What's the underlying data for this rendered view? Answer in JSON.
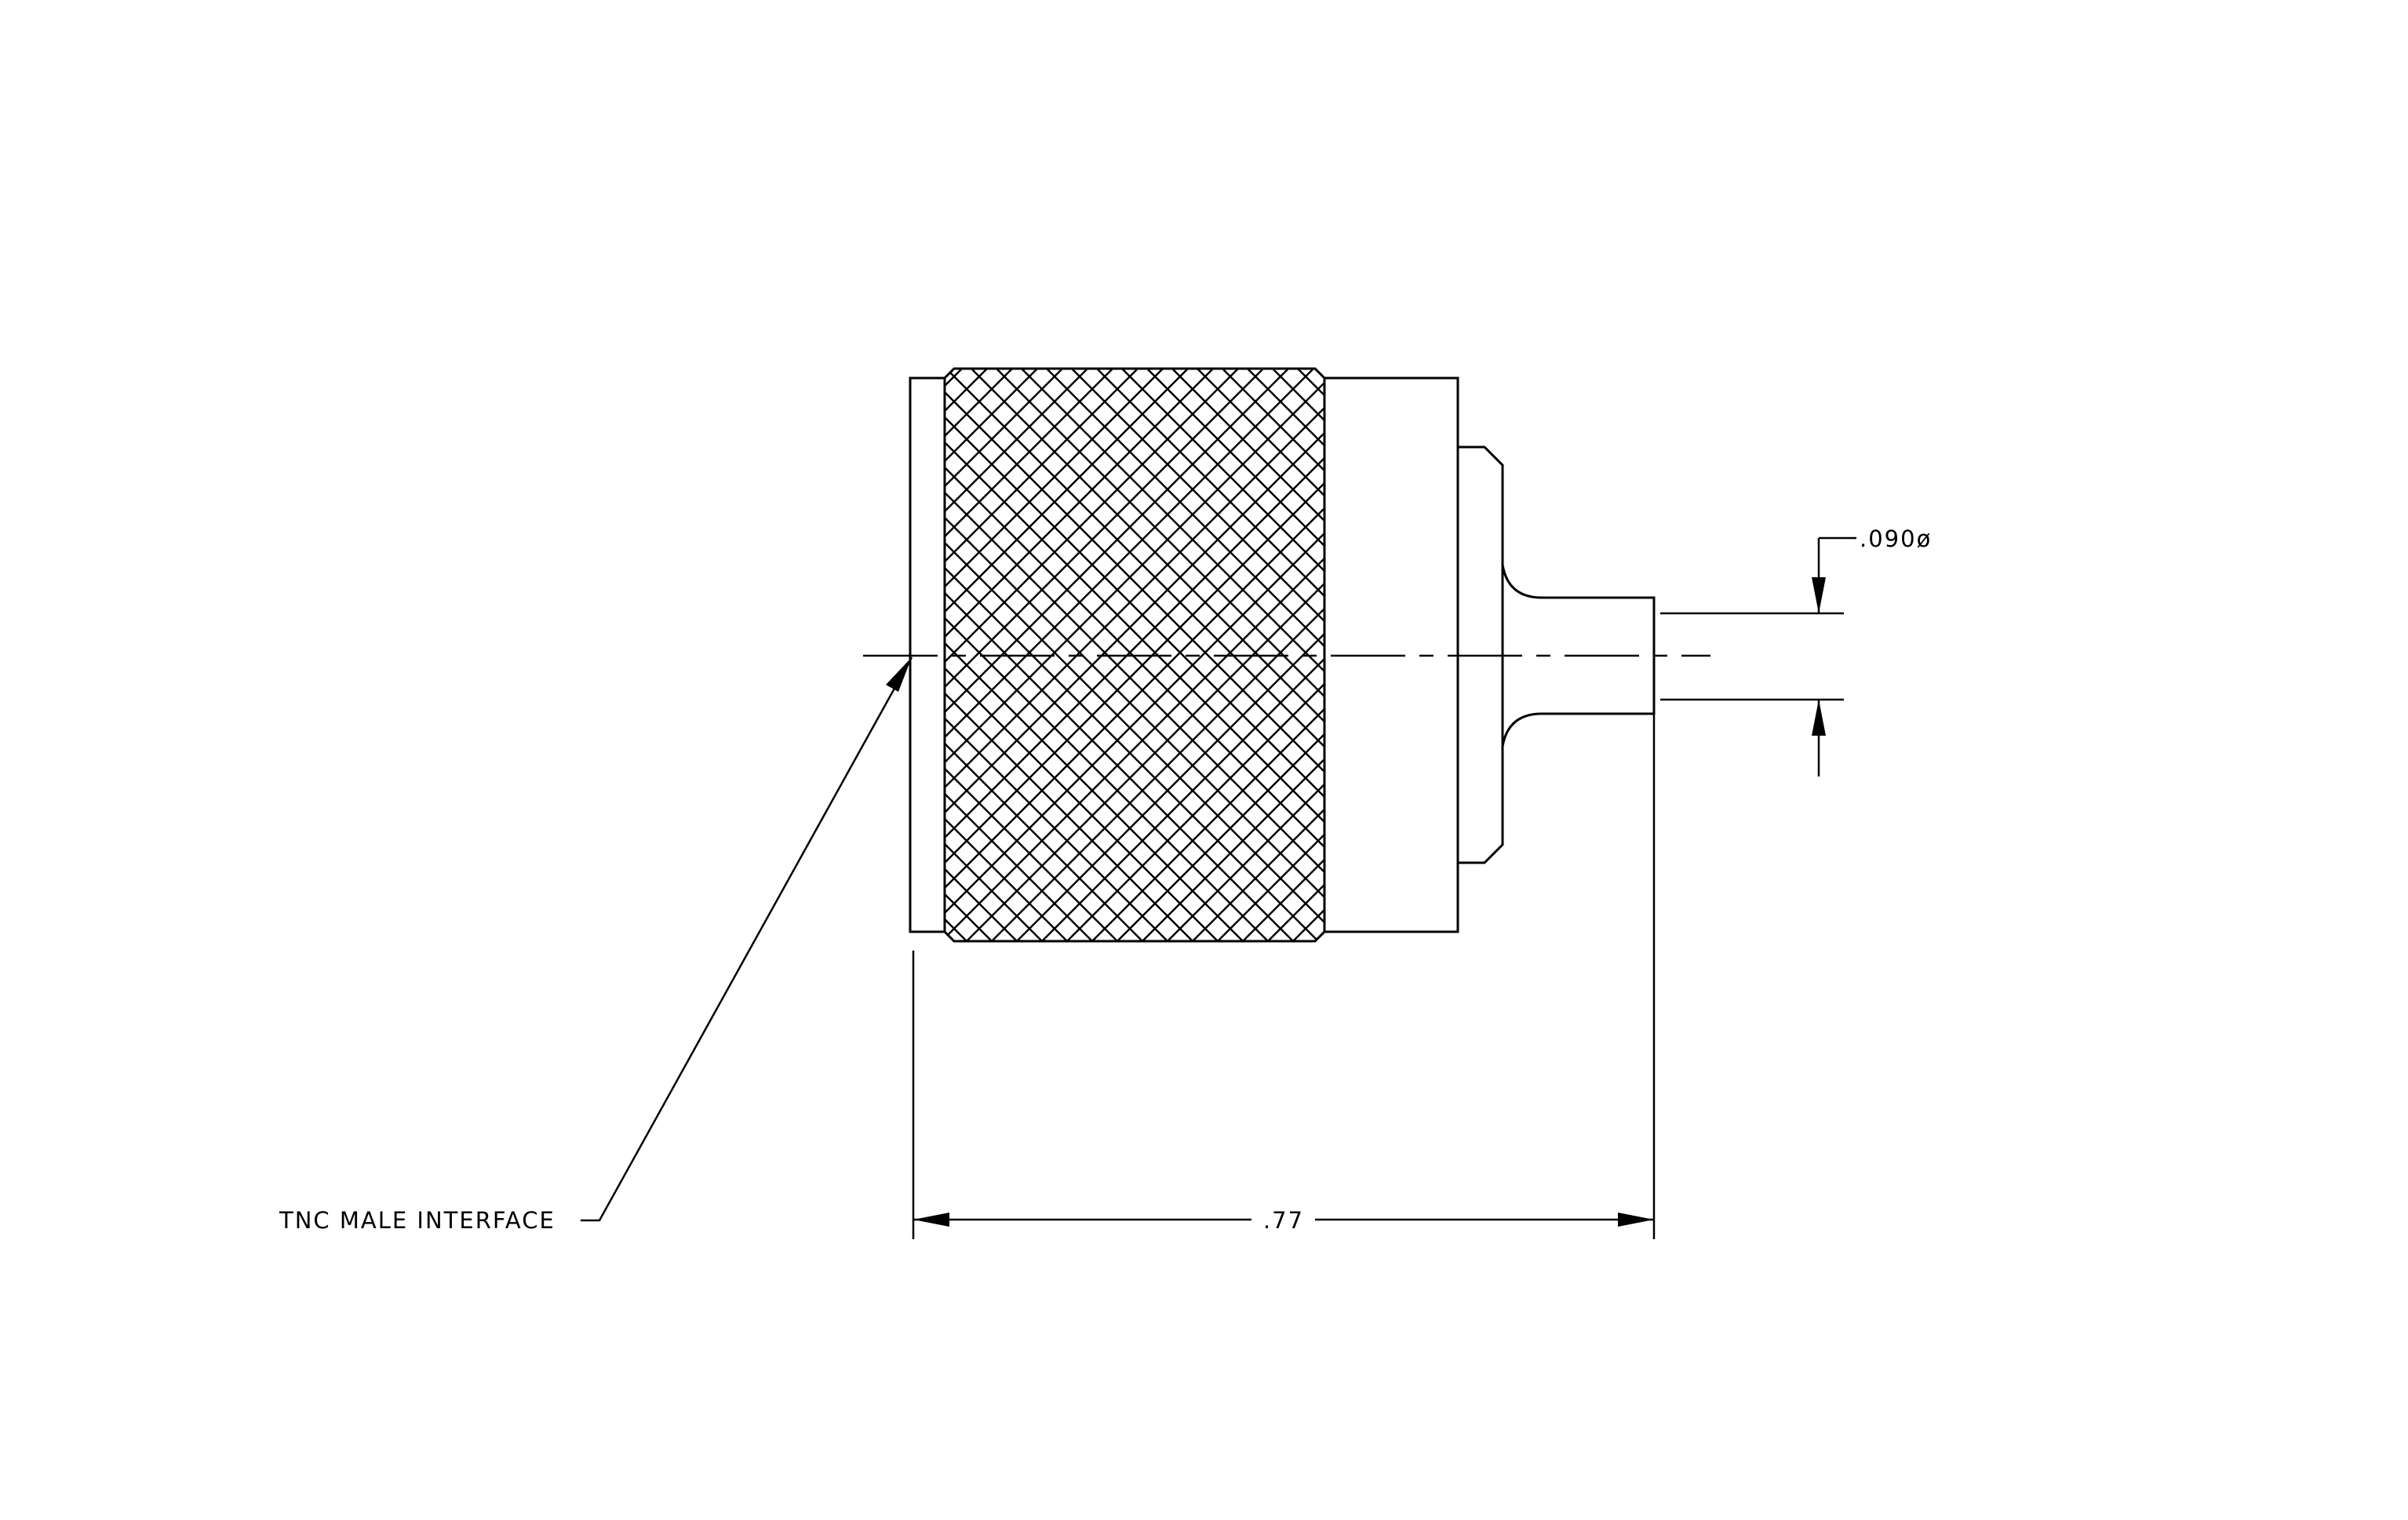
{
  "annotations": {
    "interface_label": "TNC MALE INTERFACE",
    "length_dimension": ".77",
    "diameter_dimension": ".090ø"
  },
  "colors": {
    "ink": "#000000",
    "paper": "#ffffff"
  }
}
